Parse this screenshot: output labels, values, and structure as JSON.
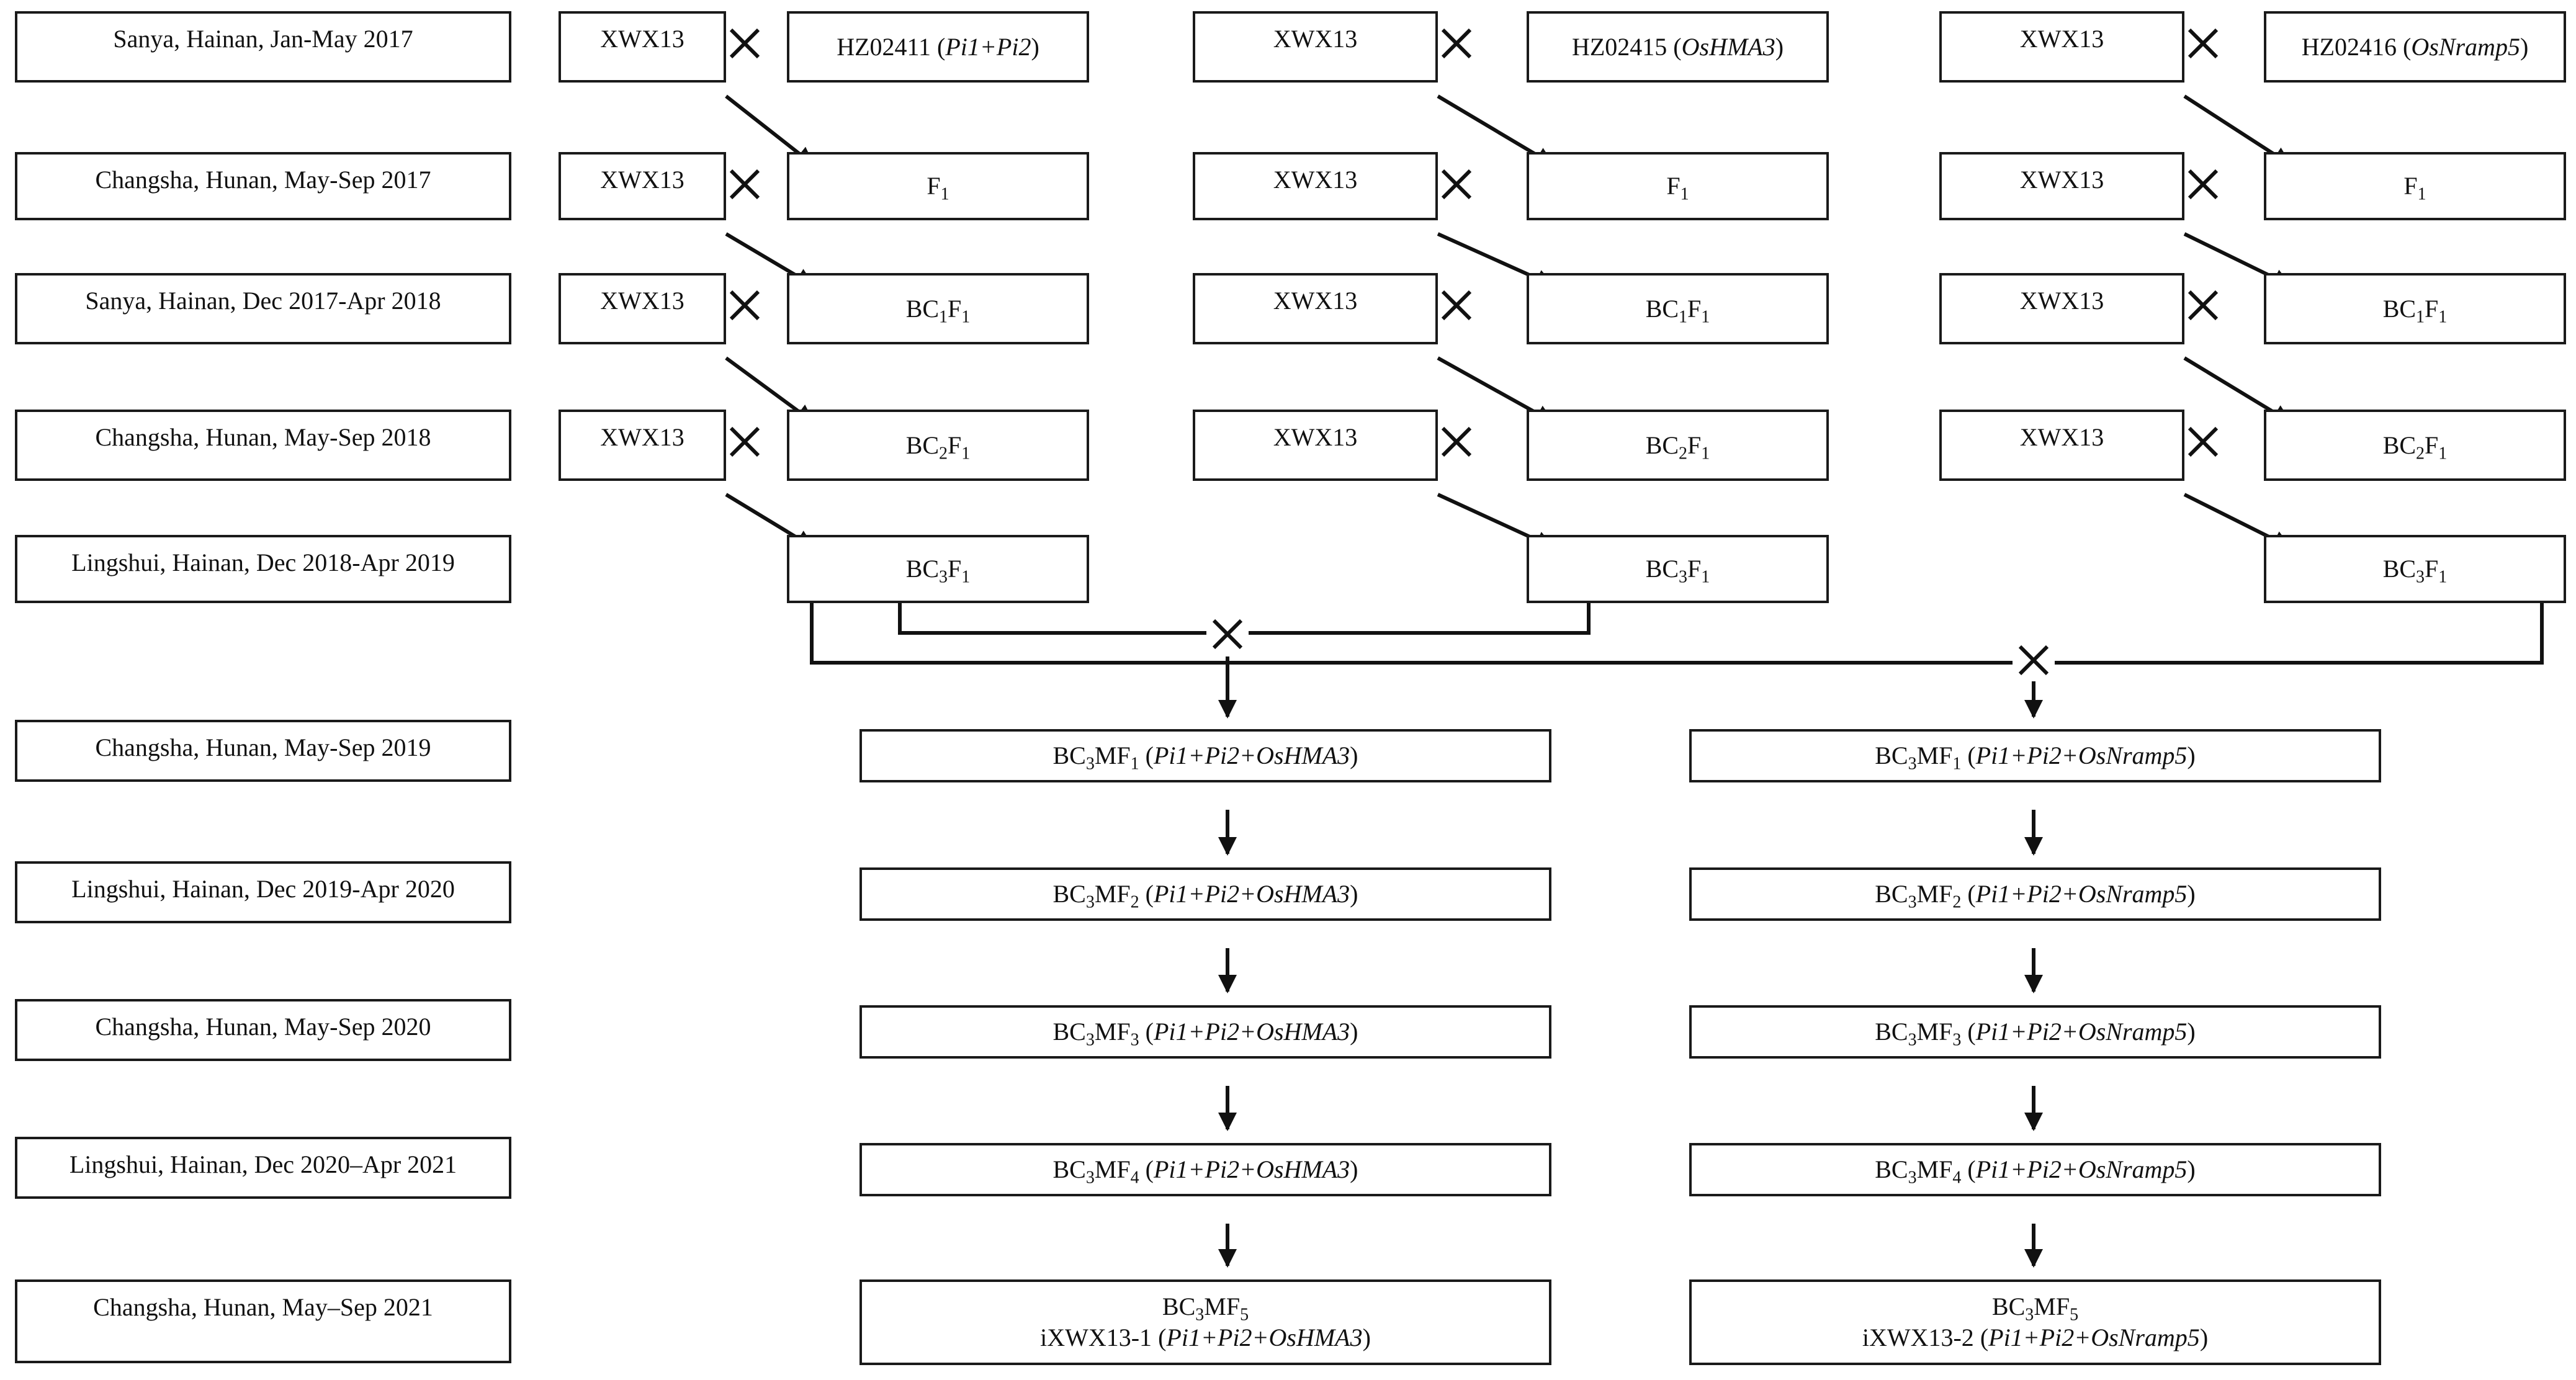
{
  "rows": [
    "Sanya, Hainan, Jan-May 2017",
    "Changsha, Hunan, May-Sep 2017",
    "Sanya, Hainan, Dec 2017-Apr 2018",
    "Changsha, Hunan, May-Sep 2018",
    "Lingshui, Hainan, Dec 2018-Apr 2019",
    "Changsha, Hunan, May-Sep 2019",
    "Lingshui, Hainan, Dec 2019-Apr 2020",
    "Changsha, Hunan, May-Sep 2020",
    "Lingshui, Hainan, Dec 2020–Apr 2021",
    "Changsha, Hunan, May–Sep 2021"
  ],
  "recurrent_parent": "XWX13",
  "donors": [
    {
      "id": "HZ02411",
      "gene": "Pi1+Pi2"
    },
    {
      "id": "HZ02415",
      "gene": "OsHMA3"
    },
    {
      "id": "HZ02416",
      "gene": "OsNramp5"
    }
  ],
  "generations": {
    "f1_base": "F",
    "f1_sub": "1",
    "bc_base": "BC",
    "f_base": "F",
    "f_sub": "1",
    "bc1_sub": "1",
    "bc2_sub": "2",
    "bc3_sub": "3"
  },
  "merge": {
    "prefix": "BC",
    "prefix_sub": "3",
    "mid": "MF",
    "gen_subs": [
      "1",
      "2",
      "3",
      "4",
      "5"
    ],
    "combo_a": "Pi1+Pi2+OsHMA3",
    "combo_b": "Pi1+Pi2+OsNramp5",
    "line_a": "iXWX13-1",
    "line_b": "iXWX13-2"
  },
  "cross_symbol": "×"
}
